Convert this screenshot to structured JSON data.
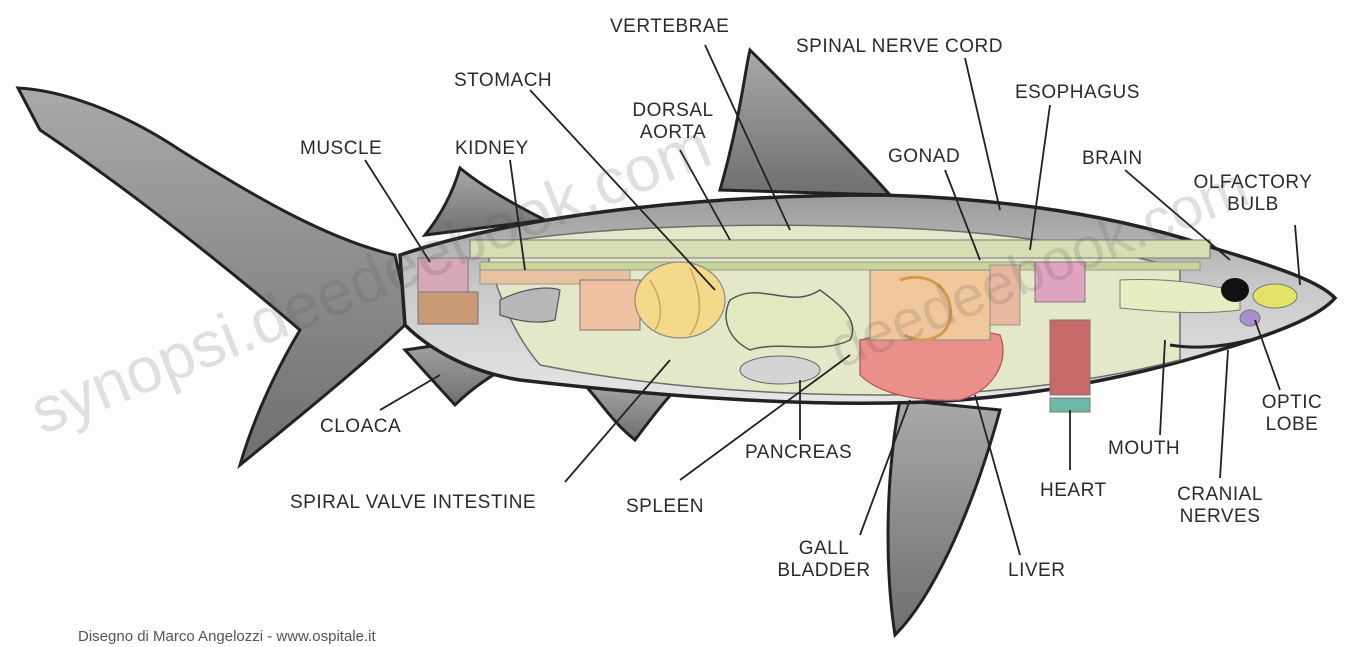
{
  "labels": {
    "vertebrae": "VERTEBRAE",
    "spinal_nerve_cord": "SPINAL NERVE CORD",
    "stomach": "STOMACH",
    "dorsal_aorta": "DORSAL AORTA",
    "esophagus": "ESOPHAGUS",
    "muscle": "MUSCLE",
    "kidney": "KIDNEY",
    "gonad": "GONAD",
    "brain": "BRAIN",
    "olfactory_bulb": "OLFACTORY BULB",
    "optic_lobe": "OPTIC LOBE",
    "cloaca": "CLOACA",
    "pancreas": "PANCREAS",
    "mouth": "MOUTH",
    "heart": "HEART",
    "cranial_nerves": "CRANIAL NERVES",
    "spiral_valve_intestine": "SPIRAL VALVE INTESTINE",
    "spleen": "SPLEEN",
    "gall_bladder": "GALL BLADDER",
    "liver": "LIVER"
  },
  "watermark": {
    "left": "synopsi.deedeebook.com",
    "right": "deedeebook.com"
  },
  "credit": "Disegno di Marco Angelozzi - www.ospitale.it",
  "colors": {
    "skin": "#8a8a8a",
    "belly": "#d8d8d8",
    "cavity": "#e9ecd2",
    "liver": "#e8938e",
    "stomach": "#f2d58a",
    "muscle": "#d9a0b0",
    "heart": "#c97070"
  }
}
